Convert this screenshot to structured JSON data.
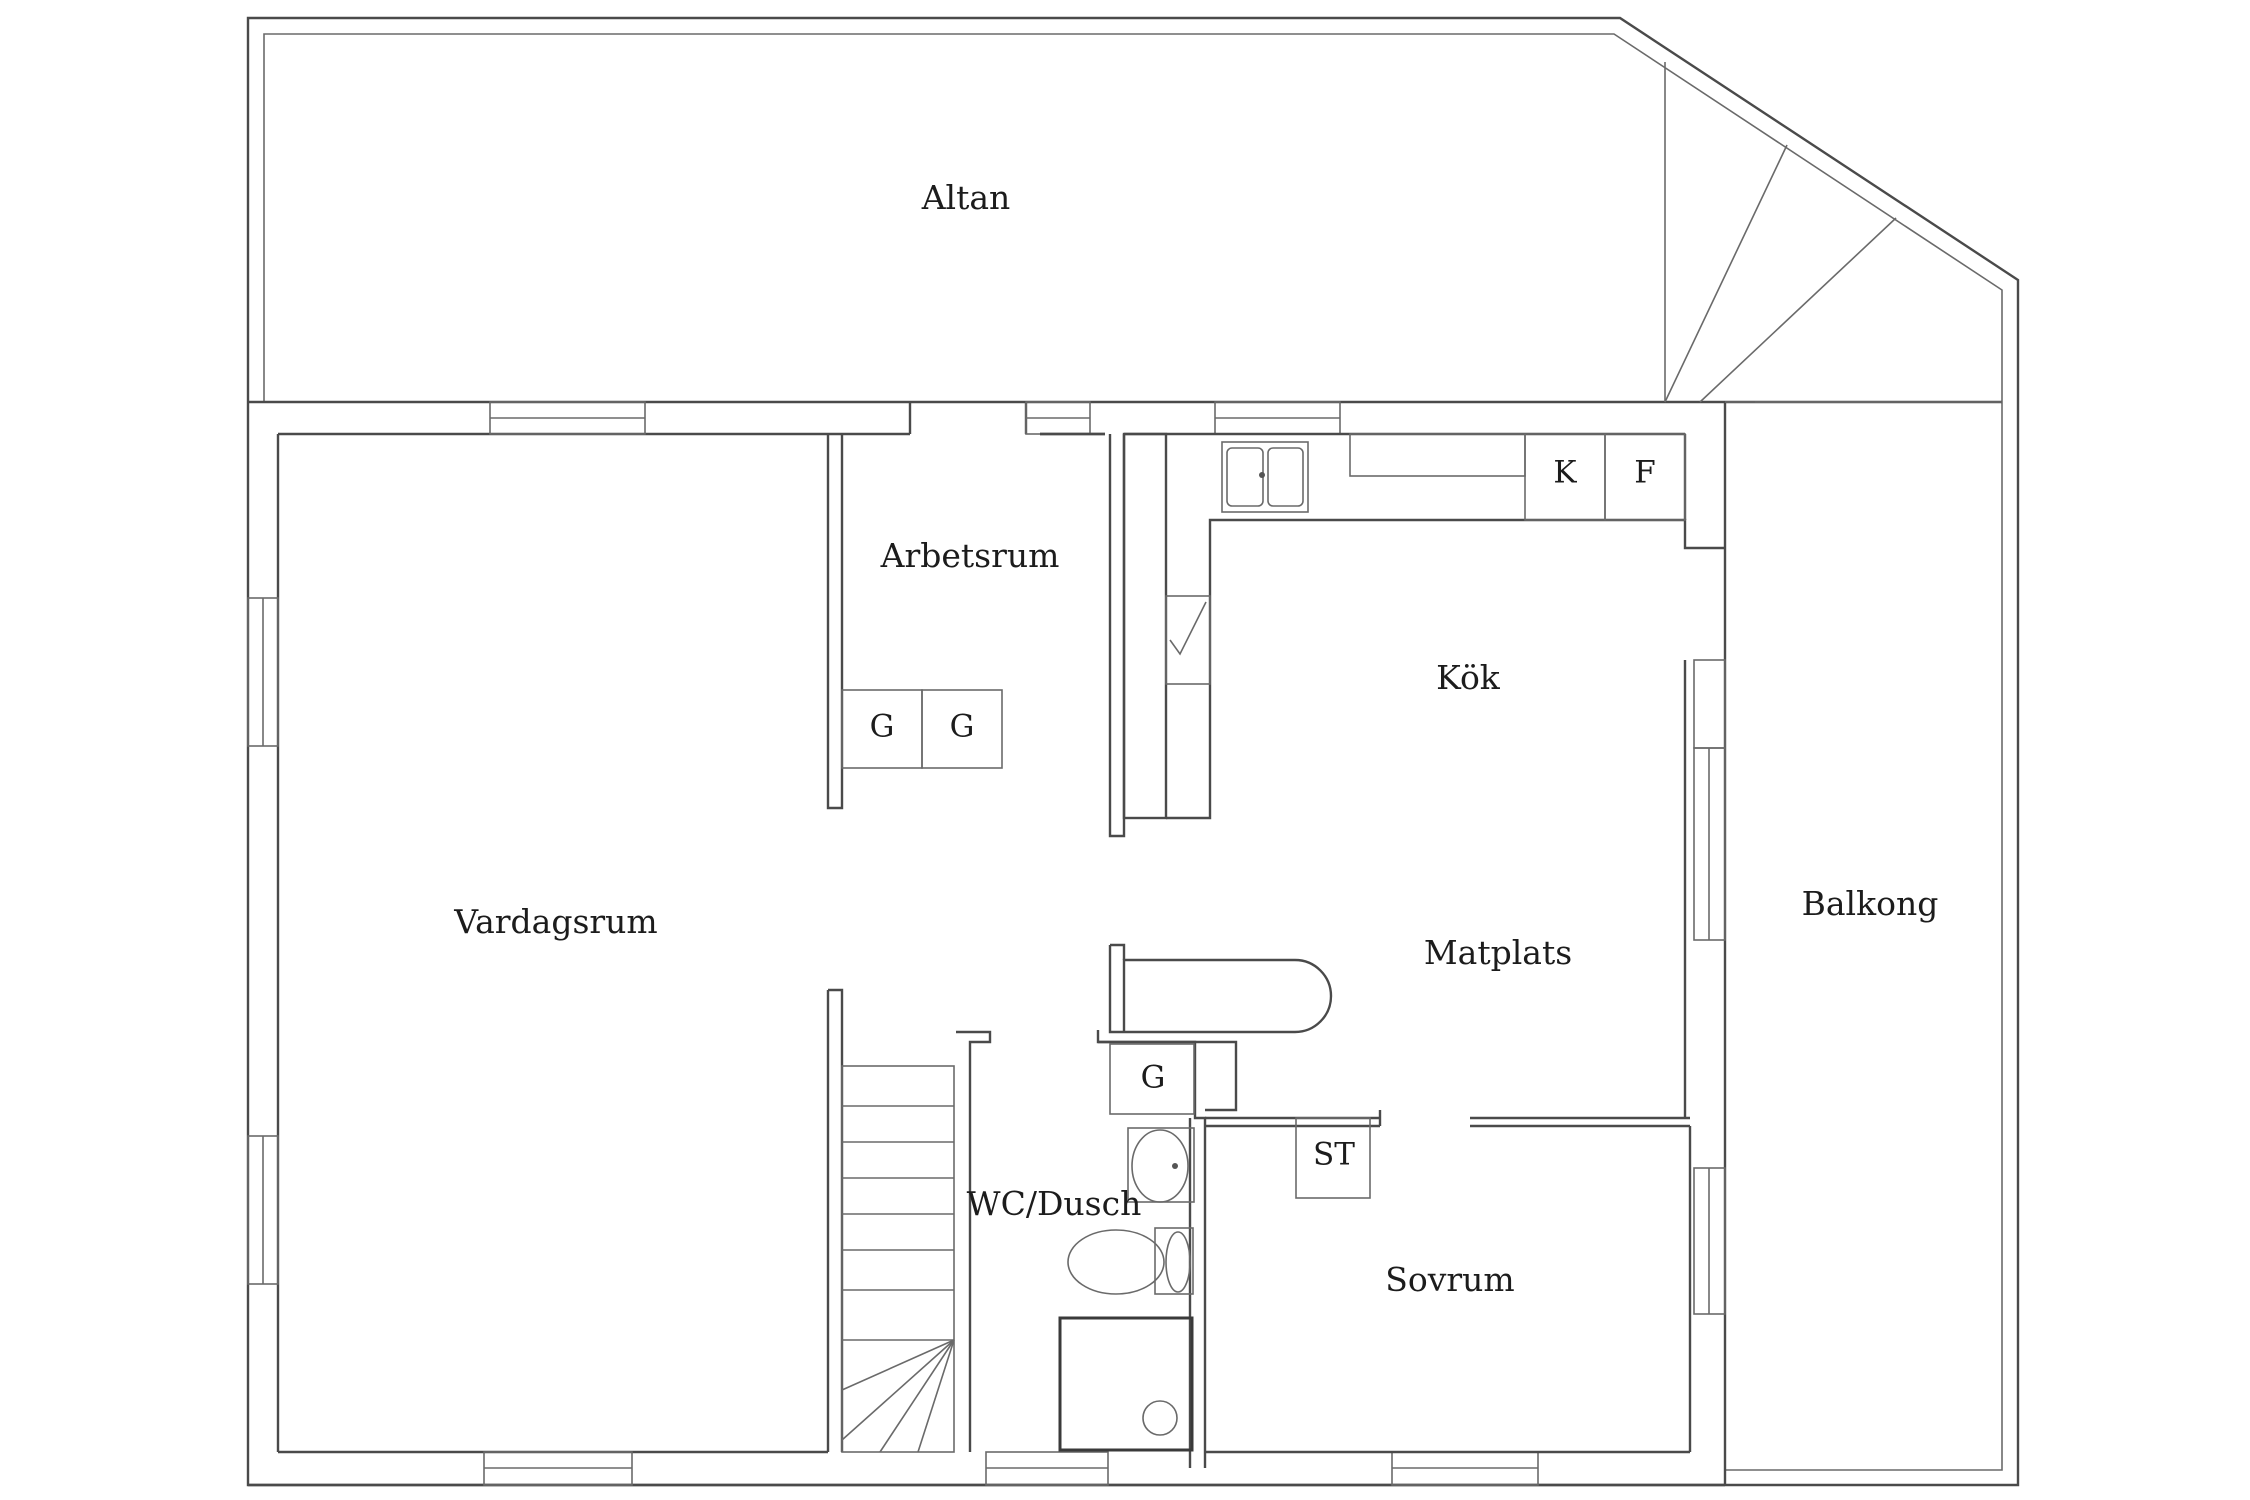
{
  "rooms": {
    "altan": "Altan",
    "arbetsrum": "Arbetsrum",
    "kok": "Kök",
    "matplats": "Matplats",
    "vardagsrum": "Vardagsrum",
    "balkong": "Balkong",
    "wc_dusch": "WC/Dusch",
    "sovrum": "Sovrum"
  },
  "fixtures": {
    "g_arbetsrum_1": "G",
    "g_arbetsrum_2": "G",
    "g_hall": "G",
    "kyl": "K",
    "frys": "F",
    "st": "ST"
  }
}
